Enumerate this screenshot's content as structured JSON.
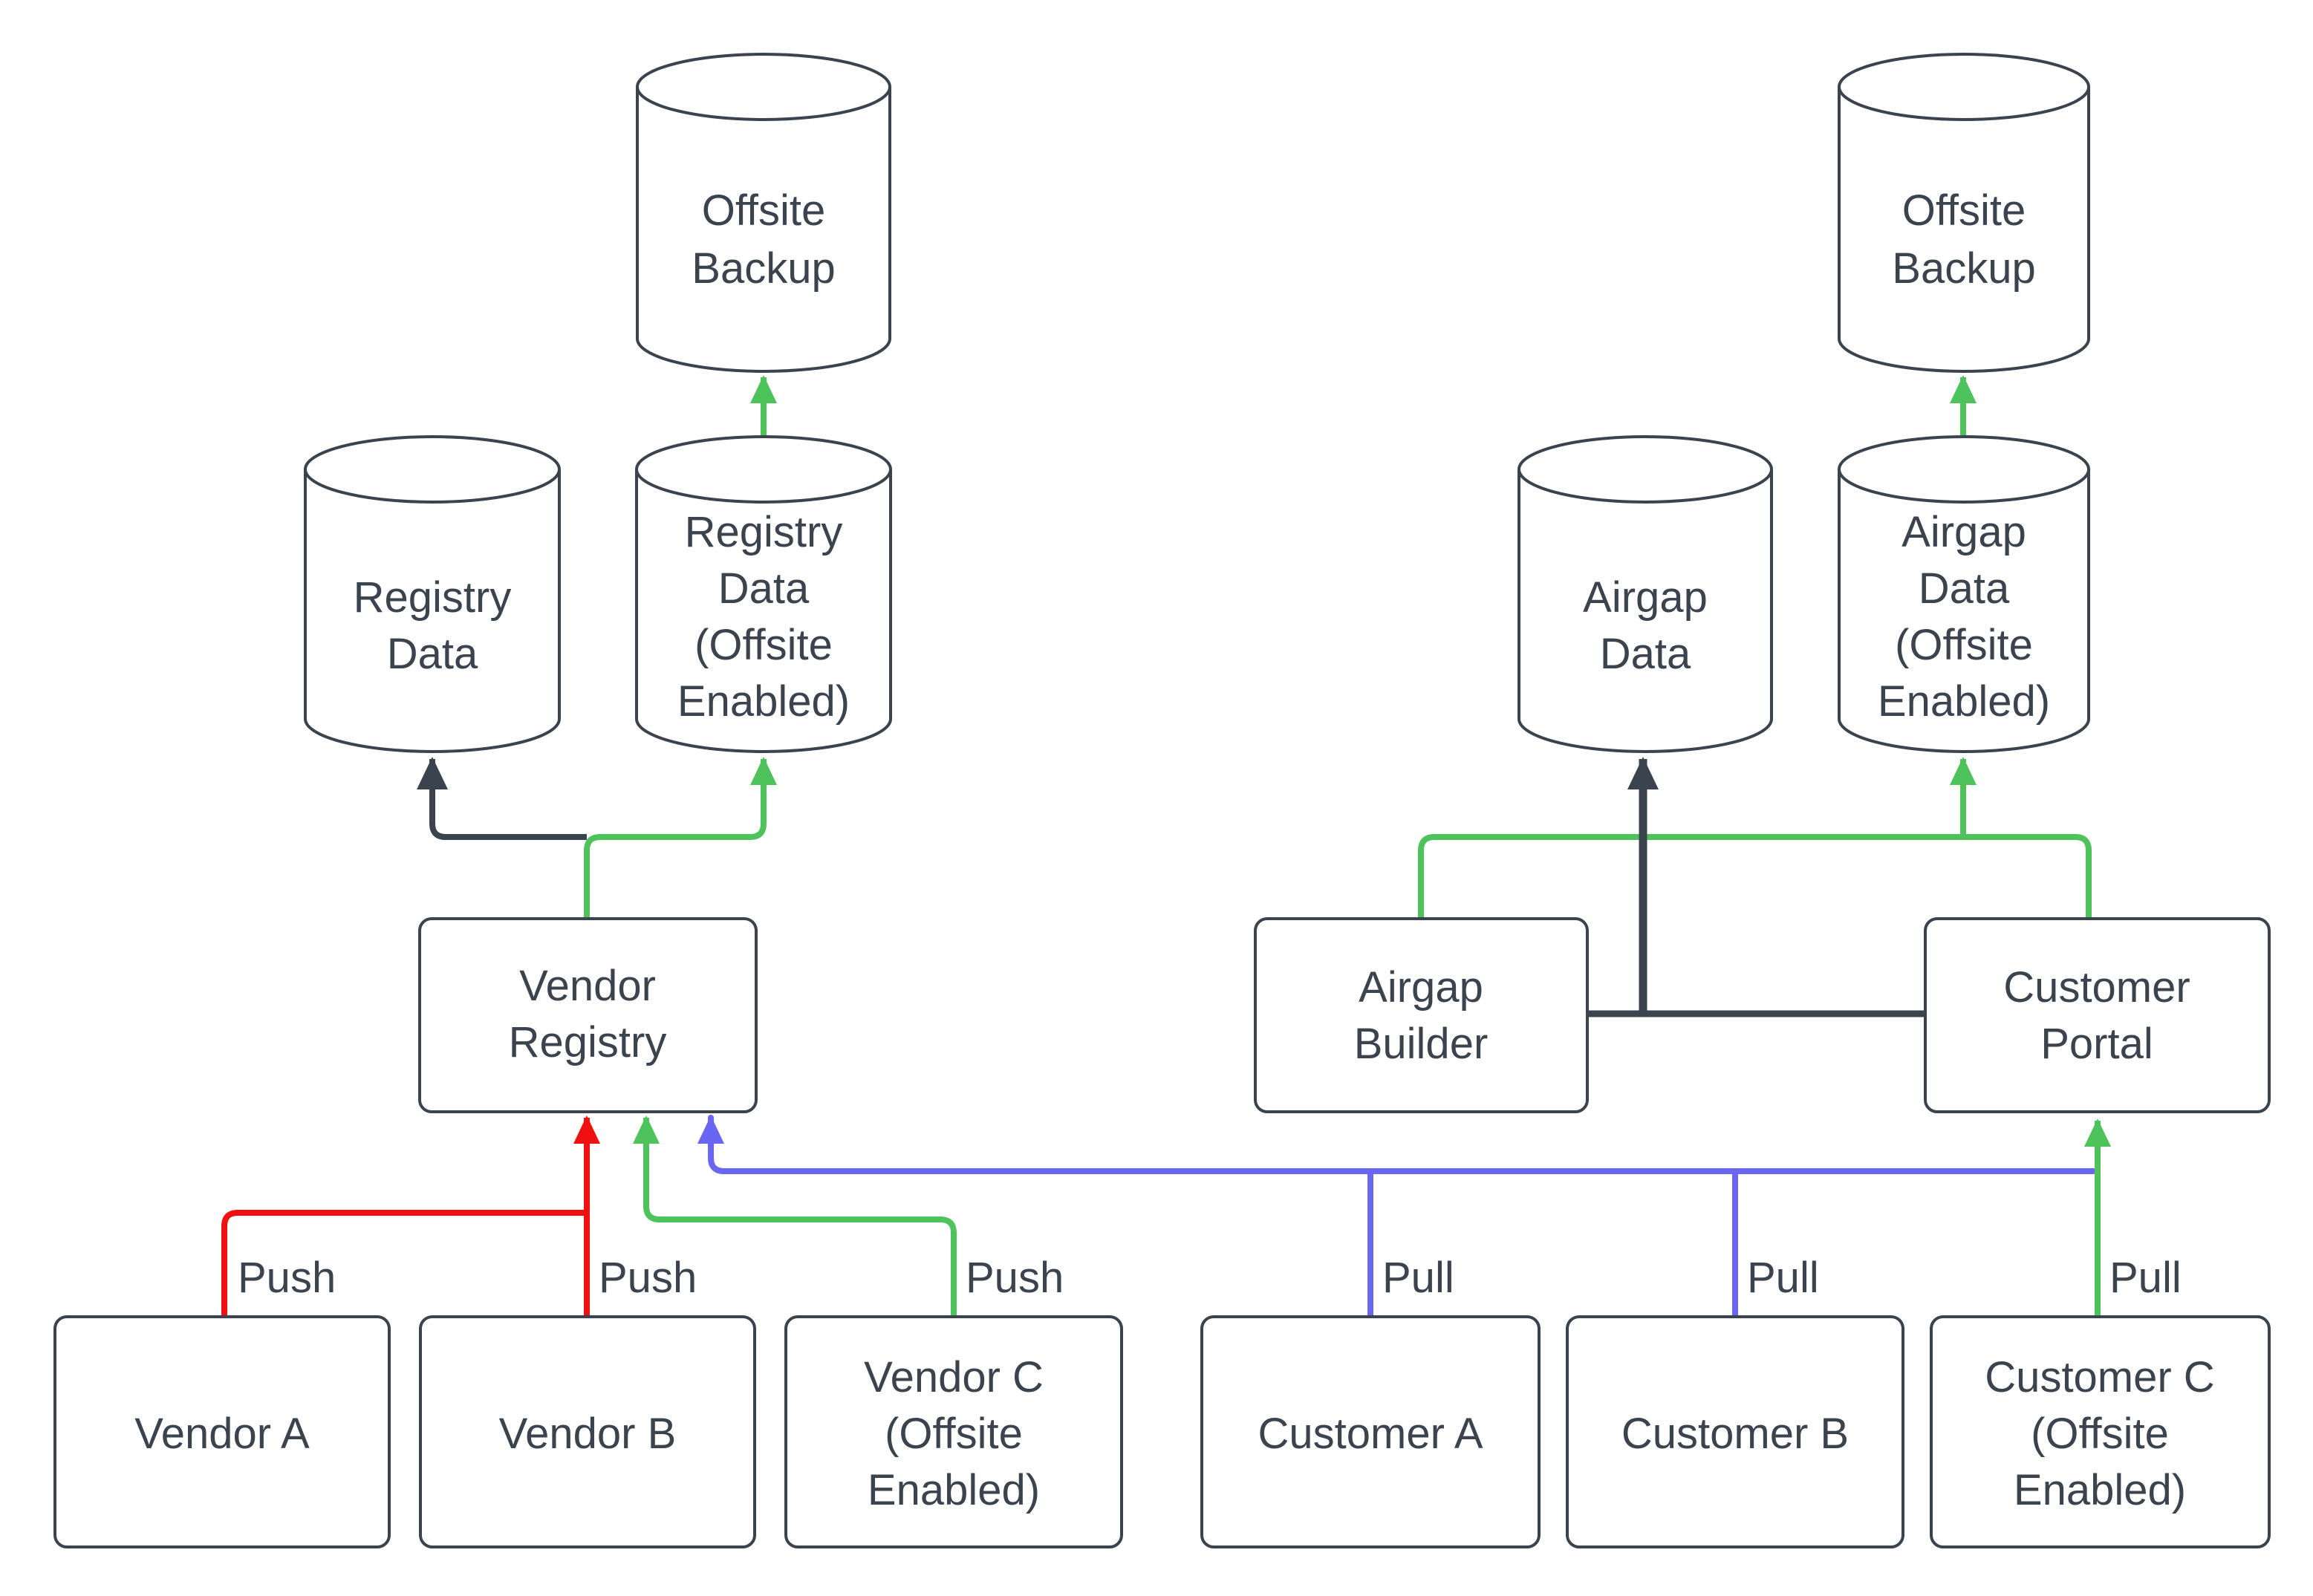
{
  "title": "Vendor / Customer registry data flow diagram",
  "colors": {
    "dark": "#3b434e",
    "red": "#ef1111",
    "green": "#4ec35c",
    "blue": "#6a66f1",
    "border": "#3b434e",
    "text": "#3b434e",
    "background": "#ffffff"
  },
  "nodes": {
    "offsite_backup_left": {
      "type": "cylinder",
      "lines": [
        "Offsite",
        "Backup"
      ]
    },
    "registry_data": {
      "type": "cylinder",
      "lines": [
        "Registry",
        "Data"
      ]
    },
    "registry_data_offsite": {
      "type": "cylinder",
      "lines": [
        "Registry",
        "Data",
        "(Offsite",
        "Enabled)"
      ]
    },
    "vendor_registry": {
      "type": "box",
      "lines": [
        "Vendor",
        "Registry"
      ]
    },
    "vendor_a": {
      "type": "box",
      "lines": [
        "Vendor A"
      ]
    },
    "vendor_b": {
      "type": "box",
      "lines": [
        "Vendor B"
      ]
    },
    "vendor_c": {
      "type": "box",
      "lines": [
        "Vendor C",
        "(Offsite",
        "Enabled)"
      ]
    },
    "offsite_backup_right": {
      "type": "cylinder",
      "lines": [
        "Offsite",
        "Backup"
      ]
    },
    "airgap_data": {
      "type": "cylinder",
      "lines": [
        "Airgap",
        "Data"
      ]
    },
    "airgap_data_offsite": {
      "type": "cylinder",
      "lines": [
        "Airgap",
        "Data",
        "(Offsite",
        "Enabled)"
      ]
    },
    "airgap_builder": {
      "type": "box",
      "lines": [
        "Airgap",
        "Builder"
      ]
    },
    "customer_portal": {
      "type": "box",
      "lines": [
        "Customer",
        "Portal"
      ]
    },
    "customer_a": {
      "type": "box",
      "lines": [
        "Customer A"
      ]
    },
    "customer_b": {
      "type": "box",
      "lines": [
        "Customer B"
      ]
    },
    "customer_c": {
      "type": "box",
      "lines": [
        "Customer C",
        "(Offsite",
        "Enabled)"
      ]
    }
  },
  "edge_labels": {
    "push": "Push",
    "pull": "Pull"
  },
  "edges": [
    {
      "from": "Vendor A",
      "to": "Vendor Registry",
      "label": "Push",
      "color": "red"
    },
    {
      "from": "Vendor B",
      "to": "Vendor Registry",
      "label": "Push",
      "color": "red"
    },
    {
      "from": "Vendor C (Offsite Enabled)",
      "to": "Vendor Registry",
      "label": "Push",
      "color": "green"
    },
    {
      "from": "Vendor Registry",
      "to": "Registry Data",
      "label": "",
      "color": "dark"
    },
    {
      "from": "Vendor Registry",
      "to": "Registry Data (Offsite Enabled)",
      "label": "",
      "color": "green"
    },
    {
      "from": "Registry Data (Offsite Enabled)",
      "to": "Offsite Backup",
      "label": "",
      "color": "green"
    },
    {
      "from": "Customer A",
      "to": "Vendor Registry",
      "label": "Pull",
      "color": "blue"
    },
    {
      "from": "Customer B",
      "to": "Vendor Registry",
      "label": "Pull",
      "color": "blue"
    },
    {
      "from": "Customer C (Offsite Enabled)",
      "to": "Customer Portal",
      "label": "Pull",
      "color": "green"
    },
    {
      "from": "Airgap Builder",
      "to": "Airgap Data",
      "label": "",
      "color": "dark"
    },
    {
      "from": "Airgap Builder",
      "to": "Customer Portal",
      "label": "",
      "color": "dark"
    },
    {
      "from": "Airgap Builder / Customer Portal",
      "to": "Airgap Data (Offsite Enabled)",
      "label": "",
      "color": "green"
    },
    {
      "from": "Airgap Data (Offsite Enabled)",
      "to": "Offsite Backup",
      "label": "",
      "color": "green"
    }
  ]
}
